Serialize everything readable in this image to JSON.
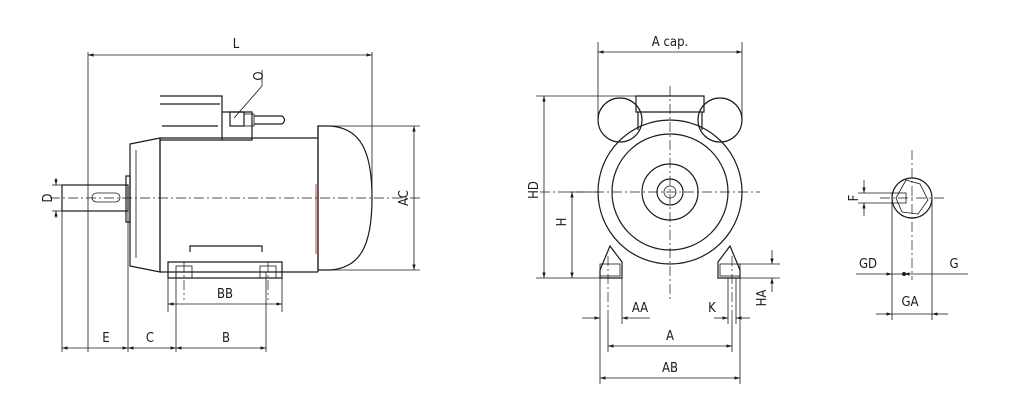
{
  "side_view": {
    "labels": {
      "L": "L",
      "O": "O",
      "D": "D",
      "AC": "AC",
      "BB": "BB",
      "E": "E",
      "C": "C",
      "B": "B"
    }
  },
  "front_view": {
    "labels": {
      "A_cap": "A cap.",
      "HD": "HD",
      "H": "H",
      "AA": "AA",
      "K": "K",
      "HA": "HA",
      "A": "A",
      "AB": "AB"
    }
  },
  "shaft_section": {
    "labels": {
      "F": "F",
      "GD": "GD",
      "G": "G",
      "GA": "GA"
    }
  }
}
